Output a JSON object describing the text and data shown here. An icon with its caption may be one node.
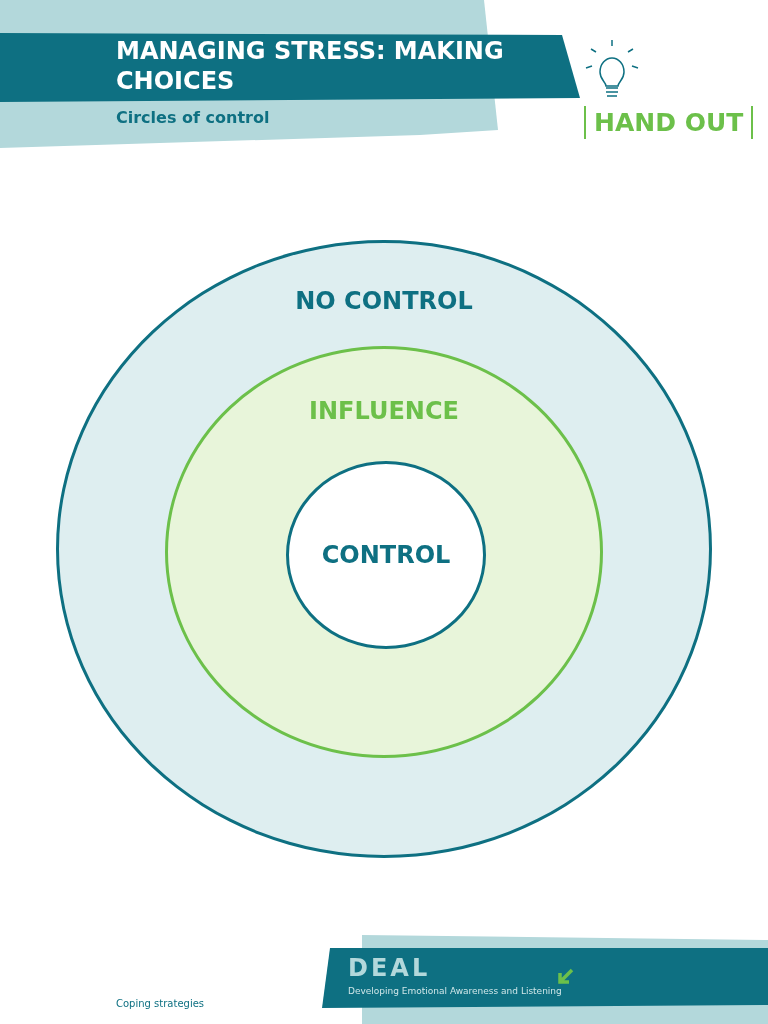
{
  "diagram": {
    "title": "MANAGING STRESS: MAKING CHOICES",
    "nodes": [
      {
        "text": [
          "NO CONTROL"
        ]
      },
      {
        "text": [
          "INFLUENCE"
        ],
        "in": 0
      },
      {
        "text": [
          "CONTROL"
        ],
        "in": 1
      }
    ],
    "edges": [],
    "labels": [
      "Circles of control",
      "HAND OUT",
      "DEAL",
      "Developing Emotional Awareness and Listening",
      "Coping strategies"
    ]
  }
}
